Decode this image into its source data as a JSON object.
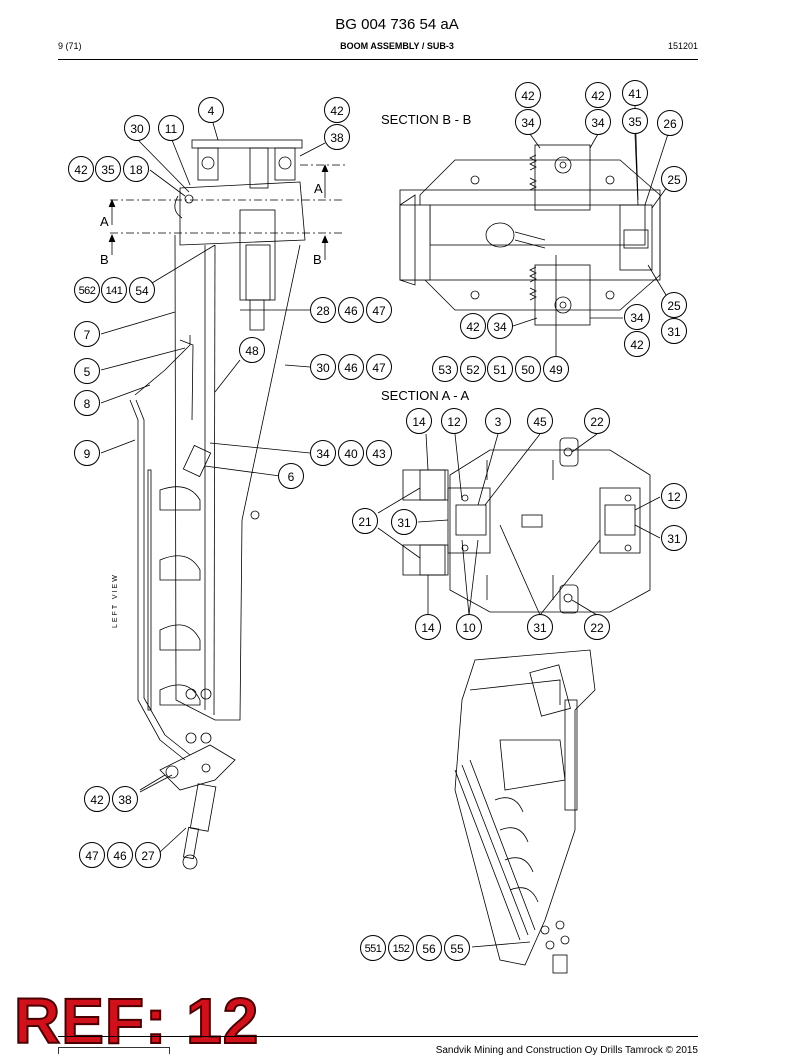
{
  "header": {
    "doc_number": "BG 004 736 54 aA",
    "page": "9 (71)",
    "subtitle": "BOOM ASSEMBLY / SUB-3",
    "date_code": "151201"
  },
  "sections": {
    "bb_label": "SECTION B - B",
    "aa_label": "SECTION A - A",
    "view_a": "A",
    "view_b": "B",
    "left_view": "LEFT VIEW"
  },
  "callouts": [
    {
      "id": "c4",
      "label": "4"
    },
    {
      "id": "c42a",
      "label": "42"
    },
    {
      "id": "c38a",
      "label": "38"
    },
    {
      "id": "c30a",
      "label": "30"
    },
    {
      "id": "c11",
      "label": "11"
    },
    {
      "id": "c42b",
      "label": "42"
    },
    {
      "id": "c35a",
      "label": "35"
    },
    {
      "id": "c18",
      "label": "18"
    },
    {
      "id": "c562",
      "label": "562"
    },
    {
      "id": "c141",
      "label": "141"
    },
    {
      "id": "c54",
      "label": "54"
    },
    {
      "id": "c7",
      "label": "7"
    },
    {
      "id": "c5",
      "label": "5"
    },
    {
      "id": "c8",
      "label": "8"
    },
    {
      "id": "c9",
      "label": "9"
    },
    {
      "id": "c28",
      "label": "28"
    },
    {
      "id": "c46a",
      "label": "46"
    },
    {
      "id": "c47a",
      "label": "47"
    },
    {
      "id": "c48",
      "label": "48"
    },
    {
      "id": "c30b",
      "label": "30"
    },
    {
      "id": "c46b",
      "label": "46"
    },
    {
      "id": "c47b",
      "label": "47"
    },
    {
      "id": "c34a",
      "label": "34"
    },
    {
      "id": "c40",
      "label": "40"
    },
    {
      "id": "c43",
      "label": "43"
    },
    {
      "id": "c6",
      "label": "6"
    },
    {
      "id": "c42c",
      "label": "42"
    },
    {
      "id": "c38b",
      "label": "38"
    },
    {
      "id": "c47c",
      "label": "47"
    },
    {
      "id": "c46c",
      "label": "46"
    },
    {
      "id": "c27",
      "label": "27"
    },
    {
      "id": "c42d",
      "label": "42"
    },
    {
      "id": "c42e",
      "label": "42"
    },
    {
      "id": "c41",
      "label": "41"
    },
    {
      "id": "c34b",
      "label": "34"
    },
    {
      "id": "c34c",
      "label": "34"
    },
    {
      "id": "c35b",
      "label": "35"
    },
    {
      "id": "c26",
      "label": "26"
    },
    {
      "id": "c25a",
      "label": "25"
    },
    {
      "id": "c25b",
      "label": "25"
    },
    {
      "id": "c42f",
      "label": "42"
    },
    {
      "id": "c34d",
      "label": "34"
    },
    {
      "id": "c34e",
      "label": "34"
    },
    {
      "id": "c31a",
      "label": "31"
    },
    {
      "id": "c42g",
      "label": "42"
    },
    {
      "id": "c53",
      "label": "53"
    },
    {
      "id": "c52",
      "label": "52"
    },
    {
      "id": "c51",
      "label": "51"
    },
    {
      "id": "c50",
      "label": "50"
    },
    {
      "id": "c49",
      "label": "49"
    },
    {
      "id": "c14a",
      "label": "14"
    },
    {
      "id": "c12a",
      "label": "12"
    },
    {
      "id": "c3",
      "label": "3"
    },
    {
      "id": "c45",
      "label": "45"
    },
    {
      "id": "c22a",
      "label": "22"
    },
    {
      "id": "c12b",
      "label": "12"
    },
    {
      "id": "c21",
      "label": "21"
    },
    {
      "id": "c31b",
      "label": "31"
    },
    {
      "id": "c31c",
      "label": "31"
    },
    {
      "id": "c14b",
      "label": "14"
    },
    {
      "id": "c10",
      "label": "10"
    },
    {
      "id": "c31d",
      "label": "31"
    },
    {
      "id": "c22b",
      "label": "22"
    },
    {
      "id": "c551",
      "label": "551"
    },
    {
      "id": "c152",
      "label": "152"
    },
    {
      "id": "c56",
      "label": "56"
    },
    {
      "id": "c55",
      "label": "55"
    }
  ],
  "stamp": "REF: 12",
  "footer": {
    "copyright": "Sandvik Mining and Construction Oy Drills Tamrock © 2015"
  }
}
